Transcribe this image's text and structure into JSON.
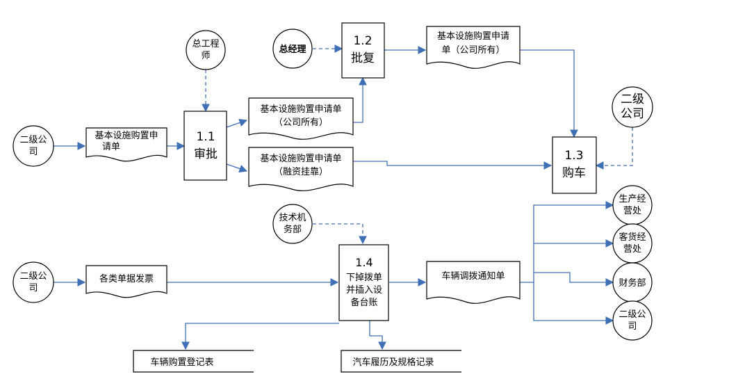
{
  "processes": {
    "p11": {
      "number": "1.1",
      "label": "审批"
    },
    "p12": {
      "number": "1.2",
      "label": "批复"
    },
    "p13": {
      "number": "1.3",
      "label": "购车"
    },
    "p14": {
      "number": "1.4",
      "lines": [
        "下掉拨单",
        "并插入设",
        "备台账"
      ]
    }
  },
  "entities": {
    "chief_engineer": [
      "总工程",
      "师"
    ],
    "general_manager": [
      "总经理"
    ],
    "subsidiary_top": [
      "二级公",
      "司"
    ],
    "subsidiary_right": [
      "二级",
      "公司"
    ],
    "tech_dept": [
      "技术机",
      "务部"
    ],
    "subsidiary_bottom": [
      "二级公",
      "司"
    ],
    "production": [
      "生产经",
      "营处"
    ],
    "passenger": [
      "客货经",
      "营处"
    ],
    "finance": [
      "财务部"
    ],
    "subsidiary_out": [
      "二级公",
      "司"
    ]
  },
  "documents": {
    "request_in": [
      "基本设施购置申",
      "请单"
    ],
    "request_company_a": [
      "基本设施购置申请单",
      "（公司所有）"
    ],
    "request_company_b": [
      "基本设施购置申请",
      "单（公司所有）"
    ],
    "request_lease": [
      "基本设施购置申请单",
      "（融资挂靠）"
    ],
    "receipts": [
      "各类单据发票"
    ],
    "transfer_notice": [
      "车辆调拨通知单"
    ]
  },
  "data_stores": {
    "purchase_register": "车辆购置登记表",
    "vehicle_record": "汽车履历及规格记录"
  }
}
